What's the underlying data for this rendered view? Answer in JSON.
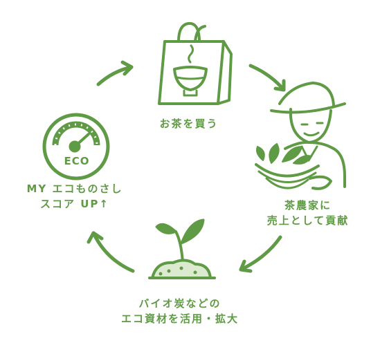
{
  "colors": {
    "accent": "#5f9a45",
    "light": "#dcebd0",
    "background": "#ffffff"
  },
  "steps": [
    {
      "icon": "shopping-bag-tea-icon",
      "lines": [
        "お茶を買う"
      ]
    },
    {
      "icon": "tea-farmer-icon",
      "lines": [
        "茶農家に",
        "売上として貢献"
      ]
    },
    {
      "icon": "seedling-icon",
      "lines": [
        "バイオ炭などの",
        "エコ資材を活用・拡大"
      ]
    },
    {
      "icon": "eco-gauge-icon",
      "badge": "ECO",
      "lines": [
        "MY エコものさし",
        "スコア UP↑"
      ]
    }
  ]
}
